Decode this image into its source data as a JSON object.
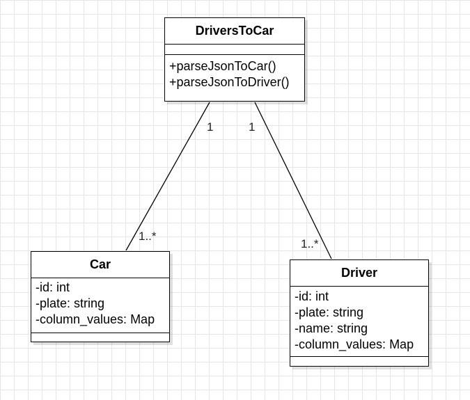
{
  "classes": {
    "drivers_to_car": {
      "name": "DriversToCar",
      "attributes": [],
      "operations": [
        "+parseJsonToCar()",
        "+parseJsonToDriver()"
      ]
    },
    "car": {
      "name": "Car",
      "attributes": [
        "-id: int",
        "-plate: string",
        "-column_values: Map"
      ],
      "operations": []
    },
    "driver": {
      "name": "Driver",
      "attributes": [
        "-id: int",
        "-plate: string",
        "-name: string",
        "-column_values: Map"
      ],
      "operations": []
    }
  },
  "associations": [
    {
      "from": "DriversToCar",
      "to": "Car",
      "from_multiplicity": "1",
      "to_multiplicity": "1..*"
    },
    {
      "from": "DriversToCar",
      "to": "Driver",
      "from_multiplicity": "1",
      "to_multiplicity": "1..*"
    }
  ],
  "colors": {
    "background": "#ffffff",
    "grid": "#e6e6e6",
    "stroke": "#000000"
  }
}
